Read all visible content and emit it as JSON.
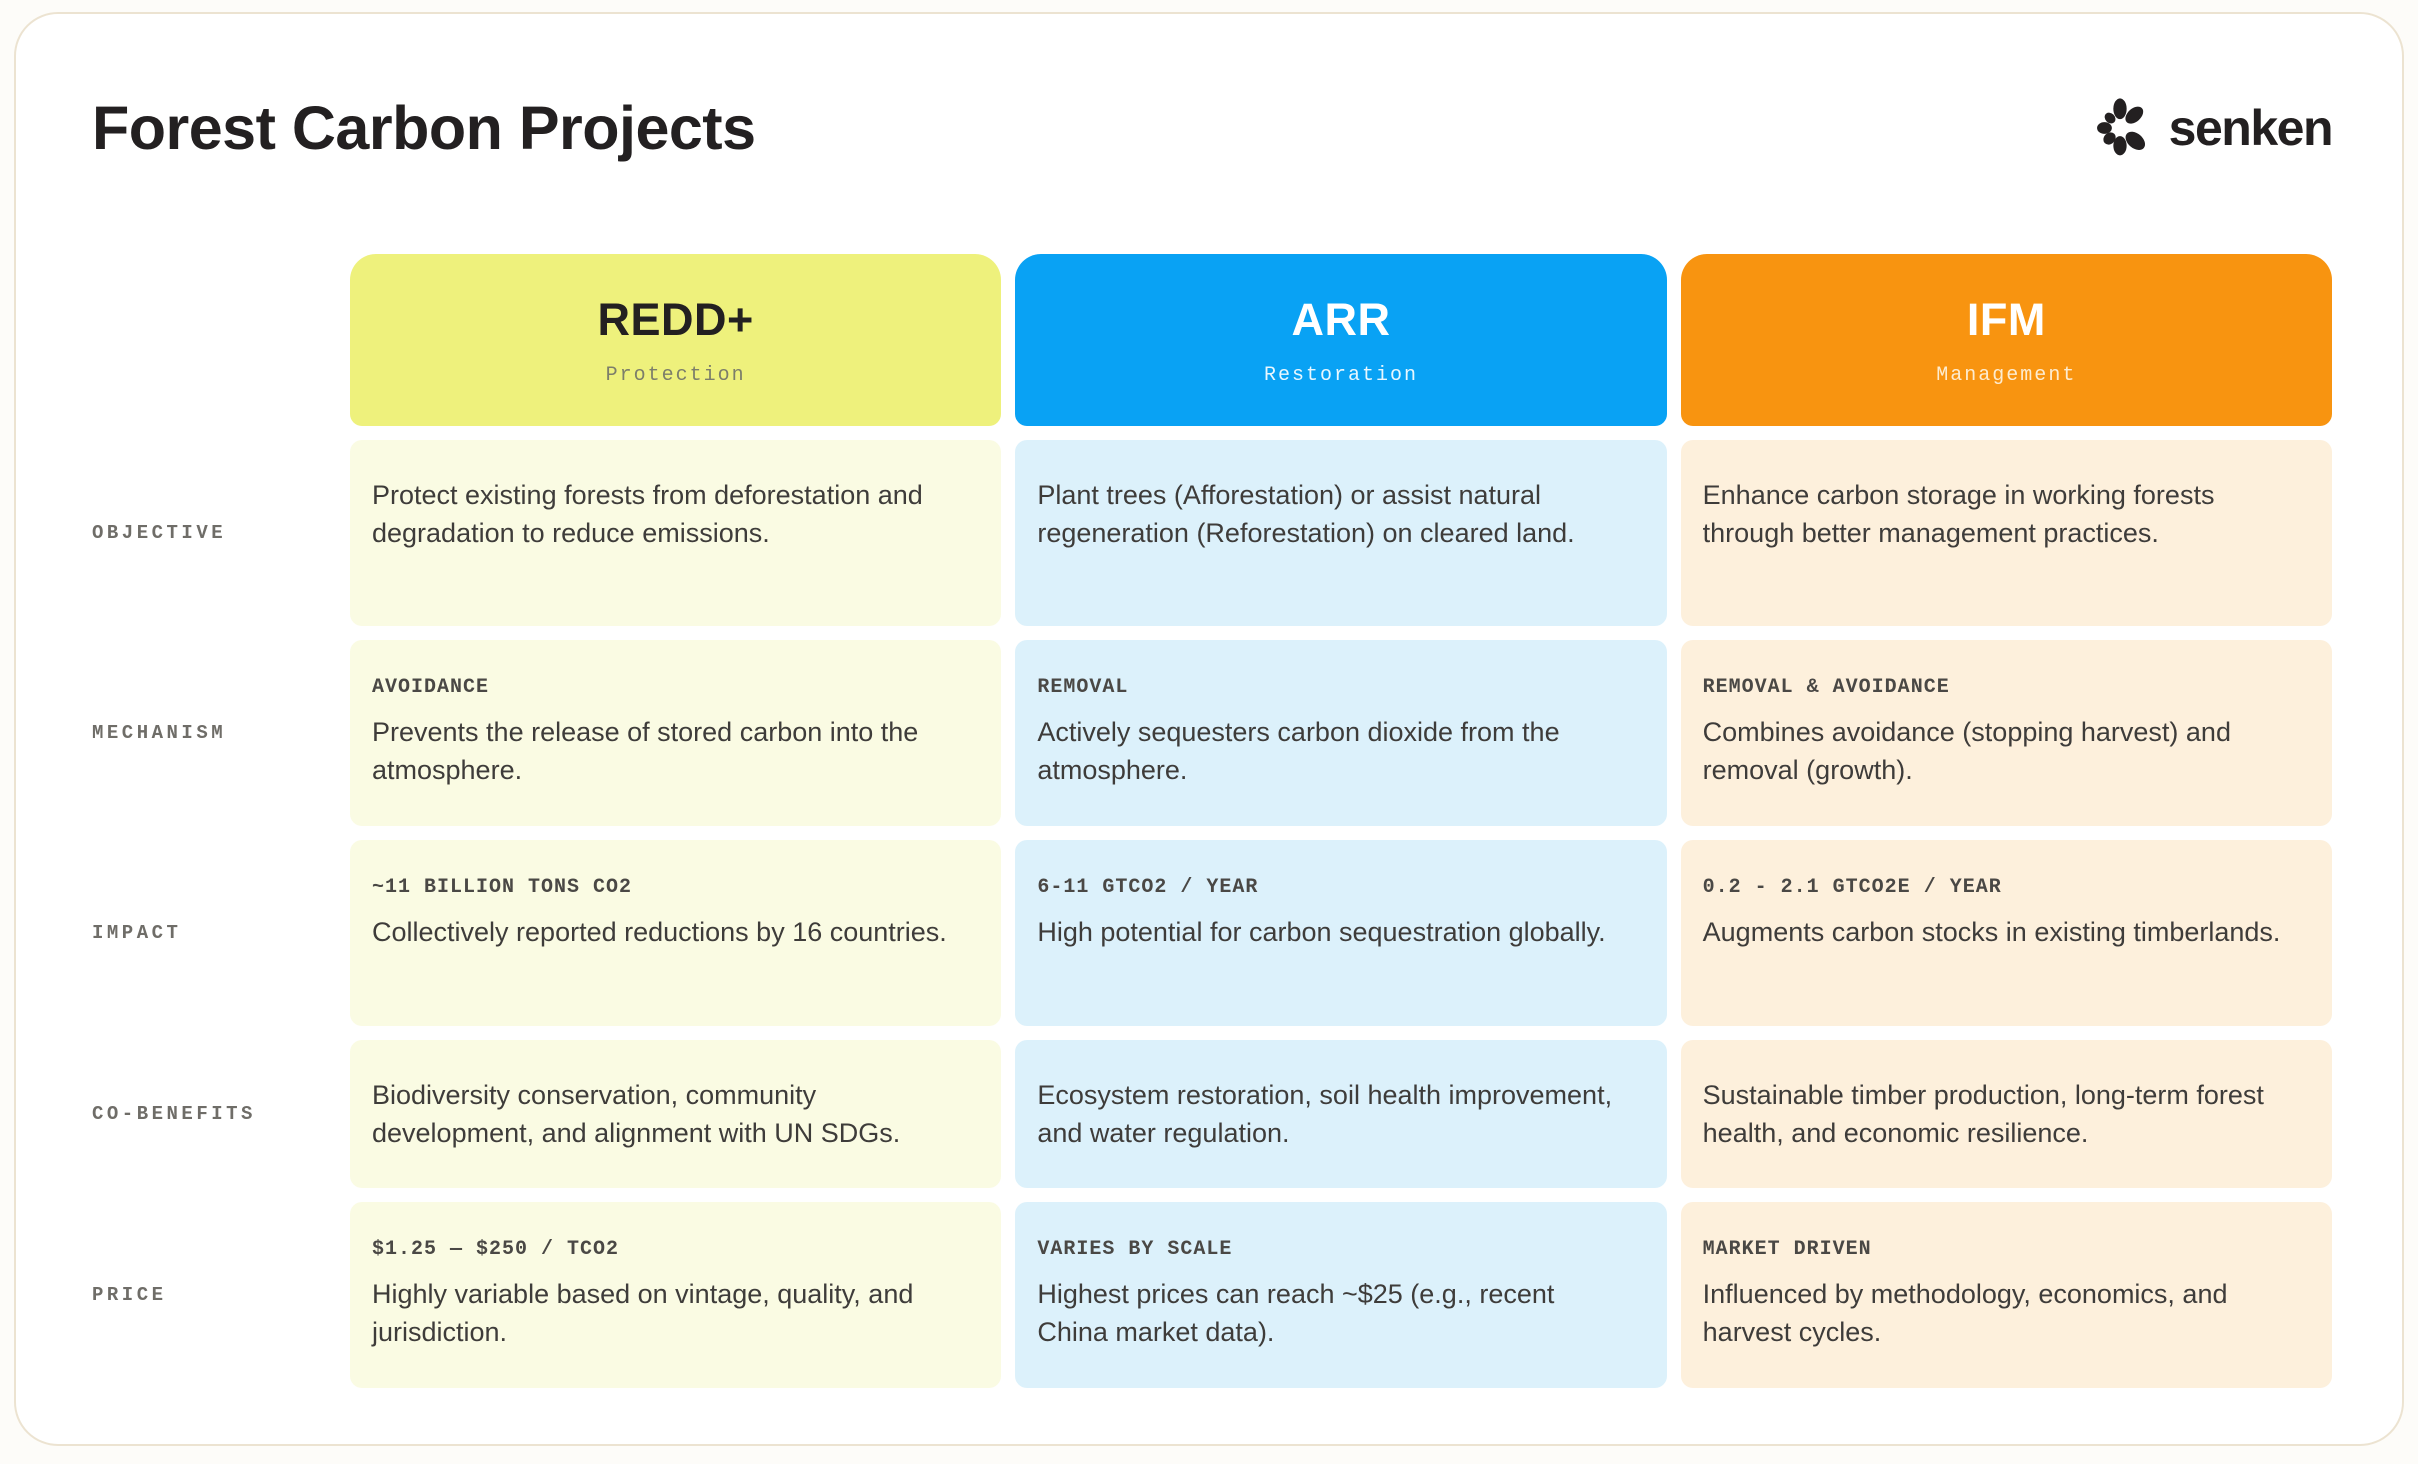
{
  "page": {
    "title": "Forest Carbon Projects",
    "brand": "senken"
  },
  "row_labels": [
    "OBJECTIVE",
    "MECHANISM",
    "IMPACT",
    "CO-BENEFITS",
    "PRICE"
  ],
  "columns": [
    {
      "name": "REDD+",
      "tagline": "Protection",
      "colors": {
        "header_bg": "#eef17c",
        "header_text": "#232021",
        "tagline_color": "#7c7e6a",
        "cell_bg": "#fafbe3"
      },
      "objective": "Protect existing forests from deforestation and degradation to reduce emissions.",
      "mechanism": {
        "badge": "AVOIDANCE",
        "text": "Prevents the release of stored carbon into the atmosphere."
      },
      "impact": {
        "badge": "~11 BILLION TONS CO2",
        "text": "Collectively reported reductions by 16 countries."
      },
      "co_benefits": "Biodiversity conservation, community development, and alignment with UN SDGs.",
      "price": {
        "badge": "$1.25 — $250 / TCO2",
        "text": "Highly variable based on vintage, quality, and jurisdiction."
      }
    },
    {
      "name": "ARR",
      "tagline": "Restoration",
      "colors": {
        "header_bg": "#09a2f4",
        "header_text": "#ffffff",
        "tagline_color": "#e8f7ff",
        "cell_bg": "#dcf1fb"
      },
      "objective": "Plant trees (Afforestation) or assist natural regeneration (Reforestation) on cleared land.",
      "mechanism": {
        "badge": "REMOVAL",
        "text": "Actively sequesters carbon dioxide from the atmosphere."
      },
      "impact": {
        "badge": "6-11 GTCO2 / YEAR",
        "text": "High potential for carbon sequestration globally."
      },
      "co_benefits": "Ecosystem restoration, soil health improvement, and water regulation.",
      "price": {
        "badge": "VARIES BY SCALE",
        "text": "Highest prices can reach ~$25 (e.g., recent China market data)."
      }
    },
    {
      "name": "IFM",
      "tagline": "Management",
      "colors": {
        "header_bg": "#f89410",
        "header_text": "#ffffff",
        "tagline_color": "#fdecd0",
        "cell_bg": "#fdf0dc"
      },
      "objective": "Enhance carbon storage in working forests through better management practices.",
      "mechanism": {
        "badge": "REMOVAL & AVOIDANCE",
        "text": "Combines avoidance (stopping harvest) and removal (growth)."
      },
      "impact": {
        "badge": "0.2 - 2.1 GTCO2E / YEAR",
        "text": "Augments carbon stocks in existing timberlands."
      },
      "co_benefits": "Sustainable timber production, long-term forest health, and economic resilience.",
      "price": {
        "badge": "MARKET DRIVEN",
        "text": "Influenced by methodology, economics, and harvest cycles."
      }
    }
  ]
}
